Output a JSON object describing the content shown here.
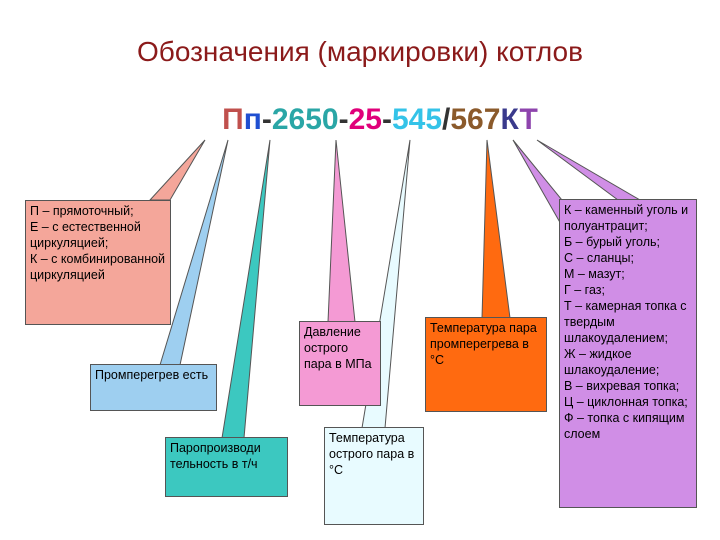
{
  "title": "Обозначения (маркировки) котлов",
  "code": {
    "parts": [
      {
        "text": "П",
        "color": "#c0504d"
      },
      {
        "text": "п",
        "color": "#1f4fd1"
      },
      {
        "text": "-",
        "color": "#333333"
      },
      {
        "text": "2650",
        "color": "#2aa6a6"
      },
      {
        "text": "-",
        "color": "#333333"
      },
      {
        "text": "25",
        "color": "#e0007a"
      },
      {
        "text": "-",
        "color": "#333333"
      },
      {
        "text": "545",
        "color": "#34c3e8"
      },
      {
        "text": "/",
        "color": "#333333"
      },
      {
        "text": "567",
        "color": "#8b5a2b"
      },
      {
        "text": "К",
        "color": "#3a3a8c"
      },
      {
        "text": "Т",
        "color": "#8e44ad"
      }
    ]
  },
  "boxes": {
    "type": {
      "text": "П – прямоточный;\nЕ – с естественной циркуляцией;\nК – с комбинированной циркуляцией",
      "color": "#f4a69a"
    },
    "reheat": {
      "text": "Промперегрев есть",
      "color": "#9ecff0"
    },
    "capacity": {
      "text": "Паропроизводи тельность в т/ч",
      "color": "#3cc8c0"
    },
    "pressure": {
      "text": "Давление острого пара в МПа",
      "color": "#f49ad4"
    },
    "steam_temp": {
      "text": "Температура острого пара в °С",
      "color": "#e8fbff"
    },
    "reheat_temp": {
      "text": "Температура пара промперегрева в °С",
      "color": "#ff6a10"
    },
    "fuel": {
      "text": "К – каменный уголь и полуантрацит;\nБ – бурый уголь;\nС – сланцы;\nМ – мазут;\nГ – газ;\nТ – камерная топка с твердым шлакоудалением;\nЖ – жидкое шлакоудаление;\nВ – вихревая топка;\nЦ – циклонная топка;\nФ – топка с кипящим слоем",
      "color": "#d08ee6"
    }
  }
}
